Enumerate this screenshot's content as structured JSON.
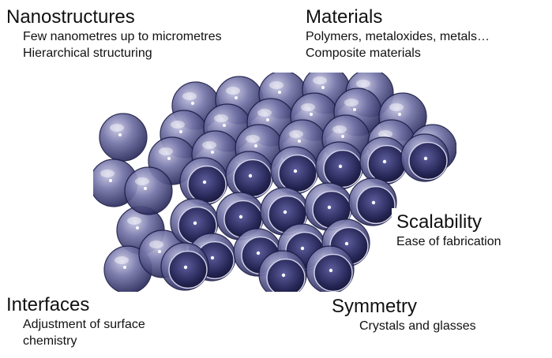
{
  "nanostructures": {
    "title": "Nanostructures",
    "lines": [
      "Few nanometres up to micrometres",
      "Hierarchical structuring"
    ]
  },
  "materials": {
    "title": "Materials",
    "lines": [
      "Polymers, metaloxides, metals…",
      "Composite materials"
    ]
  },
  "scalability": {
    "title": "Scalability",
    "lines": [
      "Ease of fabrication"
    ]
  },
  "interfaces": {
    "title": "Interfaces",
    "lines": [
      "Adjustment of surface",
      "chemistry"
    ]
  },
  "symmetry": {
    "title": "Symmetry",
    "lines": [
      "Crystals and glasses"
    ]
  },
  "colors": {
    "sphere": "#4a4a86",
    "sphere_dark": "#1a1a45",
    "highlight": "#ffffff"
  }
}
